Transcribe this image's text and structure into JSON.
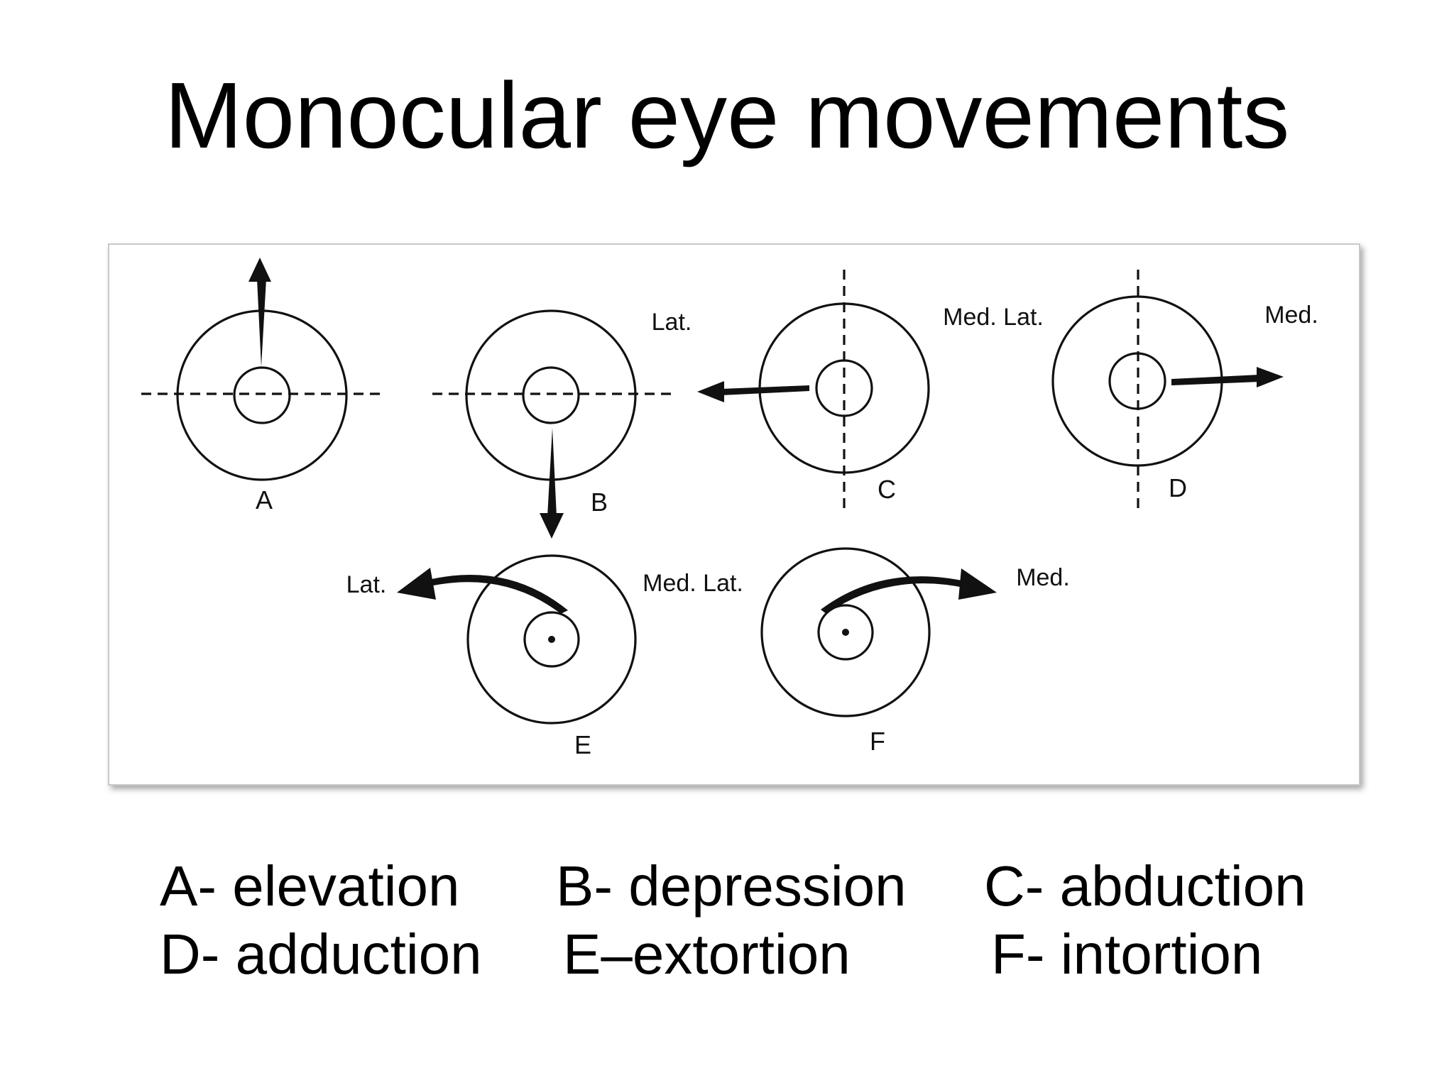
{
  "title": "Monocular eye movements",
  "figure": {
    "panels": [
      {
        "letter": "A",
        "movement": "elevation"
      },
      {
        "letter": "B",
        "movement": "depression",
        "side_label": "Lat."
      },
      {
        "letter": "C",
        "movement": "abduction",
        "side_label": "Med. Lat."
      },
      {
        "letter": "D",
        "movement": "adduction",
        "side_label": "Med."
      },
      {
        "letter": "E",
        "movement": "extortion",
        "left_label": "Lat.",
        "right_label": "Med. Lat."
      },
      {
        "letter": "F",
        "movement": "intortion",
        "right_label": "Med."
      }
    ]
  },
  "captions": {
    "row1": [
      "A- elevation",
      "B- depression",
      "C- abduction"
    ],
    "row2": [
      "D- adduction",
      "E–extortion",
      "F- intortion"
    ]
  }
}
